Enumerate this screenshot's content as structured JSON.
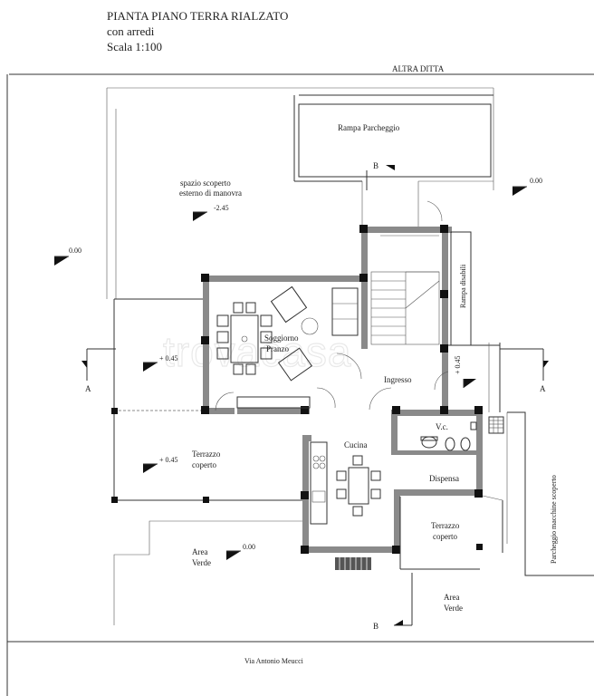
{
  "header": {
    "title": "PIANTA  PIANO TERRA RIALZATO",
    "subtitle": "con arredi",
    "scale": "Scala 1:100"
  },
  "labels": {
    "altra_ditta": "ALTRA DITTA",
    "rampa_parcheggio": "Rampa Parcheggio",
    "spazio_scoperto_1": "spazio scoperto",
    "spazio_scoperto_2": "esterno di manovra",
    "rampa_disabili": "Rampa disabili",
    "soggiorno_1": "Soggiorno",
    "soggiorno_2": "Pranzo",
    "ingresso": "Ingresso",
    "vc": "V.c.",
    "cucina": "Cucina",
    "dispensa": "Dispensa",
    "terrazzo_coperto_left_1": "Terrazzo",
    "terrazzo_coperto_left_2": "coperto",
    "terrazzo_coperto_right_1": "Terrazzo",
    "terrazzo_coperto_right_2": "coperto",
    "area_verde_left_1": "Area",
    "area_verde_left_2": "Verde",
    "area_verde_right_1": "Area",
    "area_verde_right_2": "Verde",
    "parcheggio": "Parcheggio macchine scoperto",
    "street": "Via Antonio Meucci",
    "watermark": "trovacasa"
  },
  "elevations": {
    "manovra": "-2.45",
    "left_outer": "0.00",
    "right_outer": "0.00",
    "terrazzo_top": "+ 0.45",
    "terrazzo_left": "+ 0.45",
    "ingresso": "+ 0.45",
    "area_verde": "0.00"
  },
  "sections": {
    "a_left": "A",
    "a_right": "A",
    "b_top": "B",
    "b_bottom": "B"
  }
}
